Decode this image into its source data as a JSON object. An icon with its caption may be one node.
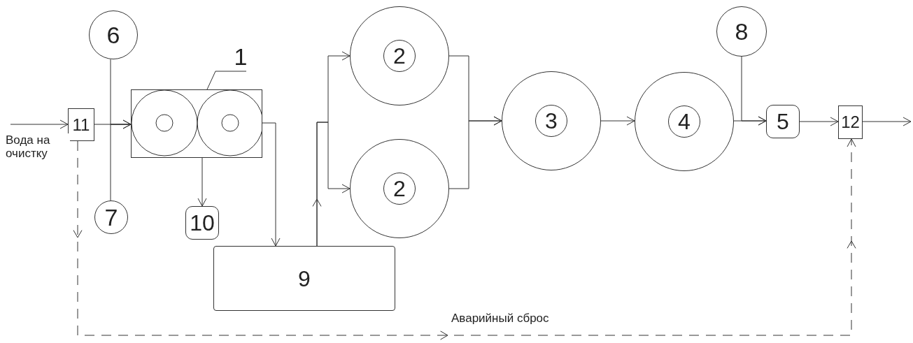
{
  "diagram": {
    "nodes": [
      {
        "text": [
          "6"
        ]
      },
      {
        "text": [
          "1"
        ]
      },
      {
        "text": [],
        "shape": "box"
      },
      {
        "text": [
          "11"
        ]
      },
      {
        "text": [
          "7"
        ]
      },
      {
        "text": [
          "10"
        ]
      },
      {
        "text": [
          "9"
        ]
      },
      {
        "text": [
          "2"
        ]
      },
      {
        "text": [
          "2"
        ]
      },
      {
        "text": [
          "3"
        ]
      },
      {
        "text": [
          "4"
        ]
      },
      {
        "text": [
          "8"
        ]
      },
      {
        "text": [
          "5"
        ]
      },
      {
        "text": [
          "12"
        ]
      }
    ],
    "edges": [
      {
        "from": null,
        "to": 3,
        "arrow": "to",
        "label": "Вода на очистку"
      },
      {
        "from": 3,
        "to": 2,
        "arrow": "none"
      },
      {
        "from": 0,
        "to": 2,
        "arrow": "to"
      },
      {
        "from": 4,
        "to": 2,
        "arrow": "to"
      },
      {
        "from": 2,
        "to": 5,
        "arrow": "to"
      },
      {
        "from": 2,
        "to": 6,
        "arrow": "to"
      },
      {
        "from": 6,
        "to": 7,
        "arrow": "to"
      },
      {
        "from": 6,
        "to": 8,
        "arrow": "to"
      },
      {
        "from": 7,
        "to": 9,
        "arrow": "to"
      },
      {
        "from": 8,
        "to": 9,
        "arrow": "to"
      },
      {
        "from": 9,
        "to": 10,
        "arrow": "to"
      },
      {
        "from": 10,
        "to": 12,
        "arrow": "to"
      },
      {
        "from": 11,
        "to": 12,
        "arrow": "to"
      },
      {
        "from": 12,
        "to": 13,
        "arrow": "to"
      },
      {
        "from": 13,
        "to": null,
        "arrow": "to"
      },
      {
        "from": 3,
        "to": 13,
        "arrow": "to",
        "style": "dashed",
        "label": "Аварийный сброс"
      },
      {
        "from": 1,
        "to": 2,
        "arrow": "none"
      }
    ]
  }
}
